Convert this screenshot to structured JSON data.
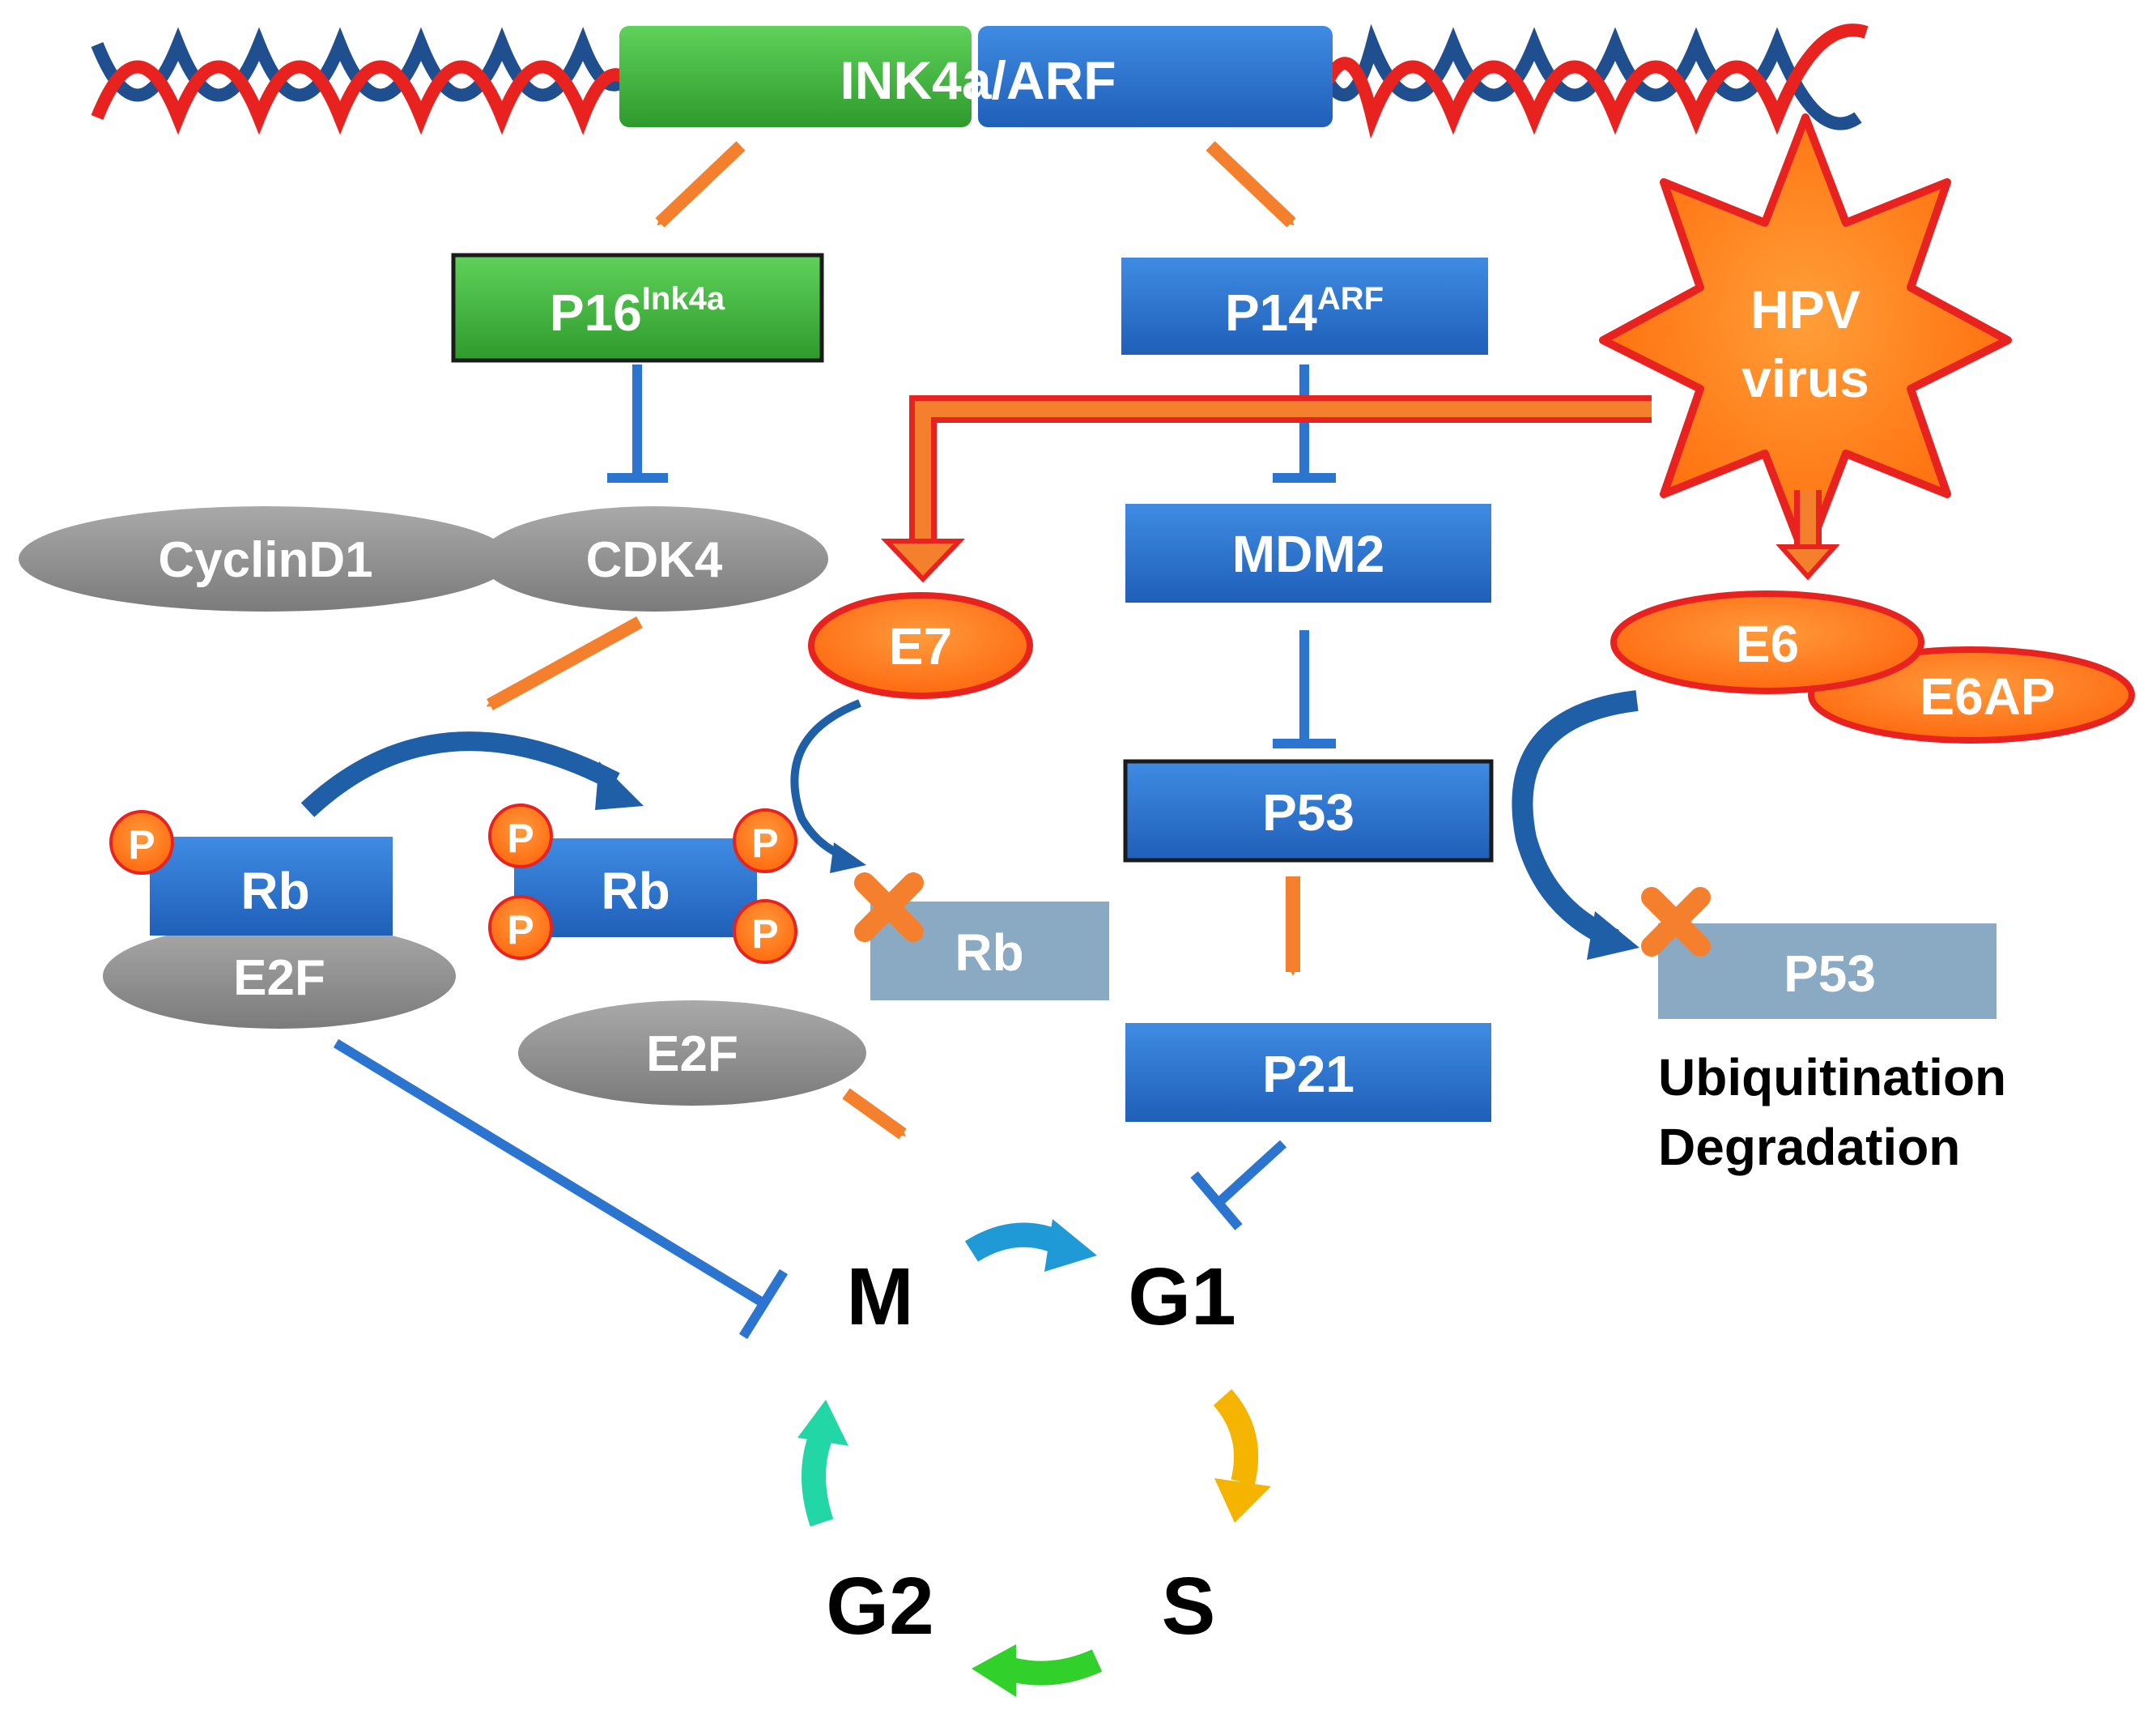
{
  "gene": {
    "label": "INK4a/ARF"
  },
  "p16": {
    "base": "P16",
    "sup": "Ink4a"
  },
  "p14": {
    "base": "P14",
    "sup": "ARF"
  },
  "hpv": {
    "line1": "HPV",
    "line2": "virus"
  },
  "cyclind1": "CyclinD1",
  "cdk4": "CDK4",
  "e7": "E7",
  "mdm2": "MDM2",
  "e6": "E6",
  "e6ap": "E6AP",
  "p53": "P53",
  "p21": "P21",
  "p53_degraded": "P53",
  "rb_bound": "Rb",
  "e2f_bound": "E2F",
  "rb_phospho": "Rb",
  "rb_inactive": "Rb",
  "e2f_free": "E2F",
  "phospho_mark": "P",
  "ubiquitination": {
    "line1": "Ubiquitination",
    "line2": "Degradation"
  },
  "cycle": {
    "m": "M",
    "g1": "G1",
    "s": "S",
    "g2": "G2"
  },
  "colors": {
    "blue": "#2b74d0",
    "green": "#3db13b",
    "orange": "#f4802e",
    "red": "#e8231f",
    "gray": "#8a8a8a",
    "pale_blue": "#8aa9c3"
  }
}
